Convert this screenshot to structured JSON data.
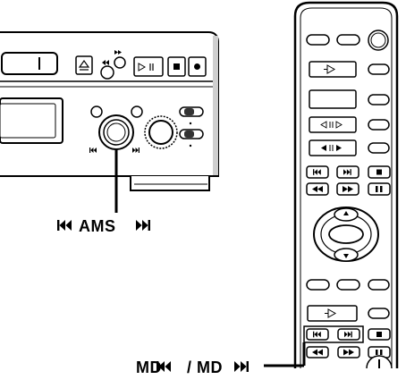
{
  "labels": {
    "ams": "AMS",
    "md_prefix": "MD",
    "md_separator": "/ MD"
  },
  "icons": {
    "prev": "skip-previous-icon",
    "next": "skip-next-icon",
    "play": "play-icon",
    "stop": "stop-icon",
    "pause": "pause-icon",
    "record": "record-icon",
    "eject": "eject-icon",
    "rewind": "rewind-icon",
    "fast_forward": "fast-forward-icon",
    "up": "up-arrow-icon",
    "down": "down-arrow-icon"
  },
  "colors": {
    "line": "#000000",
    "fill": "#ffffff",
    "shade": "#d8d8d8",
    "dark": "#333333"
  }
}
